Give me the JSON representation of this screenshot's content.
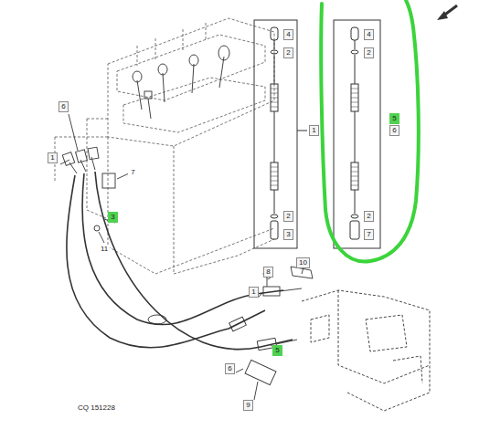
{
  "diagram": {
    "caption": "CQ 151228",
    "labels": [
      "6",
      "1",
      "7",
      "3",
      "11",
      "8",
      "10",
      "1",
      "5",
      "6",
      "9",
      "4",
      "2",
      "1",
      "2",
      "3",
      "4",
      "2",
      "5",
      "6",
      "2",
      "7"
    ]
  }
}
